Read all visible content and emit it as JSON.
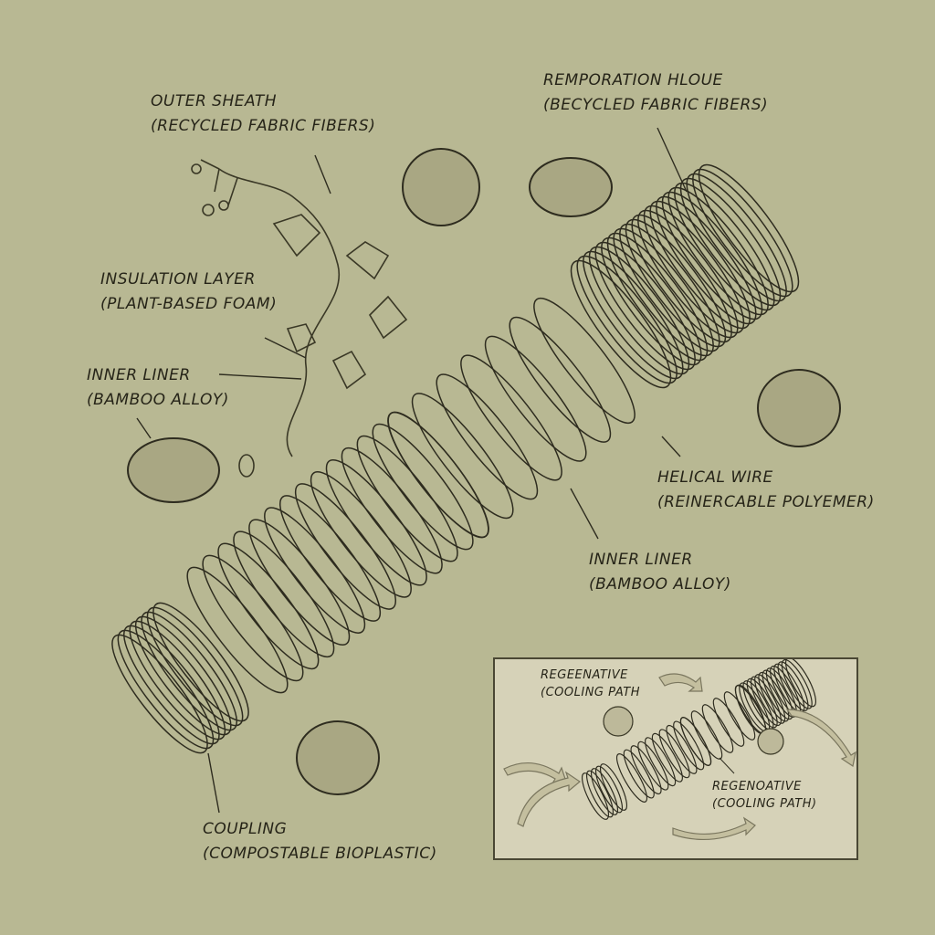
{
  "labels": {
    "outer_sheath": {
      "title": "OUTER SHEATH",
      "sub": "(RECYCLED FABRIC FIBERS)"
    },
    "remporation": {
      "title": "REMPORATION HLOUE",
      "sub": "(BECYCLED FABRIC FIBERS)"
    },
    "insulation": {
      "title": "INSULATION LAYER",
      "sub": "(PLANT-BASED FOAM)"
    },
    "inner_liner_left": {
      "title": "INNER LINER",
      "sub": "(BAMBOO ALLOY)"
    },
    "helical_wire": {
      "title": "HELICAL WIRE",
      "sub": "(REINERCABLE POLYEMER)"
    },
    "inner_liner_center": {
      "title": "INNER LINER",
      "sub": "(BAMBOO ALLOY)"
    },
    "coupling": {
      "title": "COUPLING",
      "sub": "(COMPOSTABLE BIOPLASTIC)"
    }
  },
  "inset": {
    "label_top": {
      "title": "REGEENATIVE",
      "sub": "(COOLING PATH"
    },
    "label_bottom": {
      "title": "REGENOATIVE",
      "sub": "(COOLING PATH)"
    }
  },
  "colors": {
    "background": "#b8b893",
    "ink": "#2e2c1f",
    "inset_bg": "#d6d2b8"
  }
}
